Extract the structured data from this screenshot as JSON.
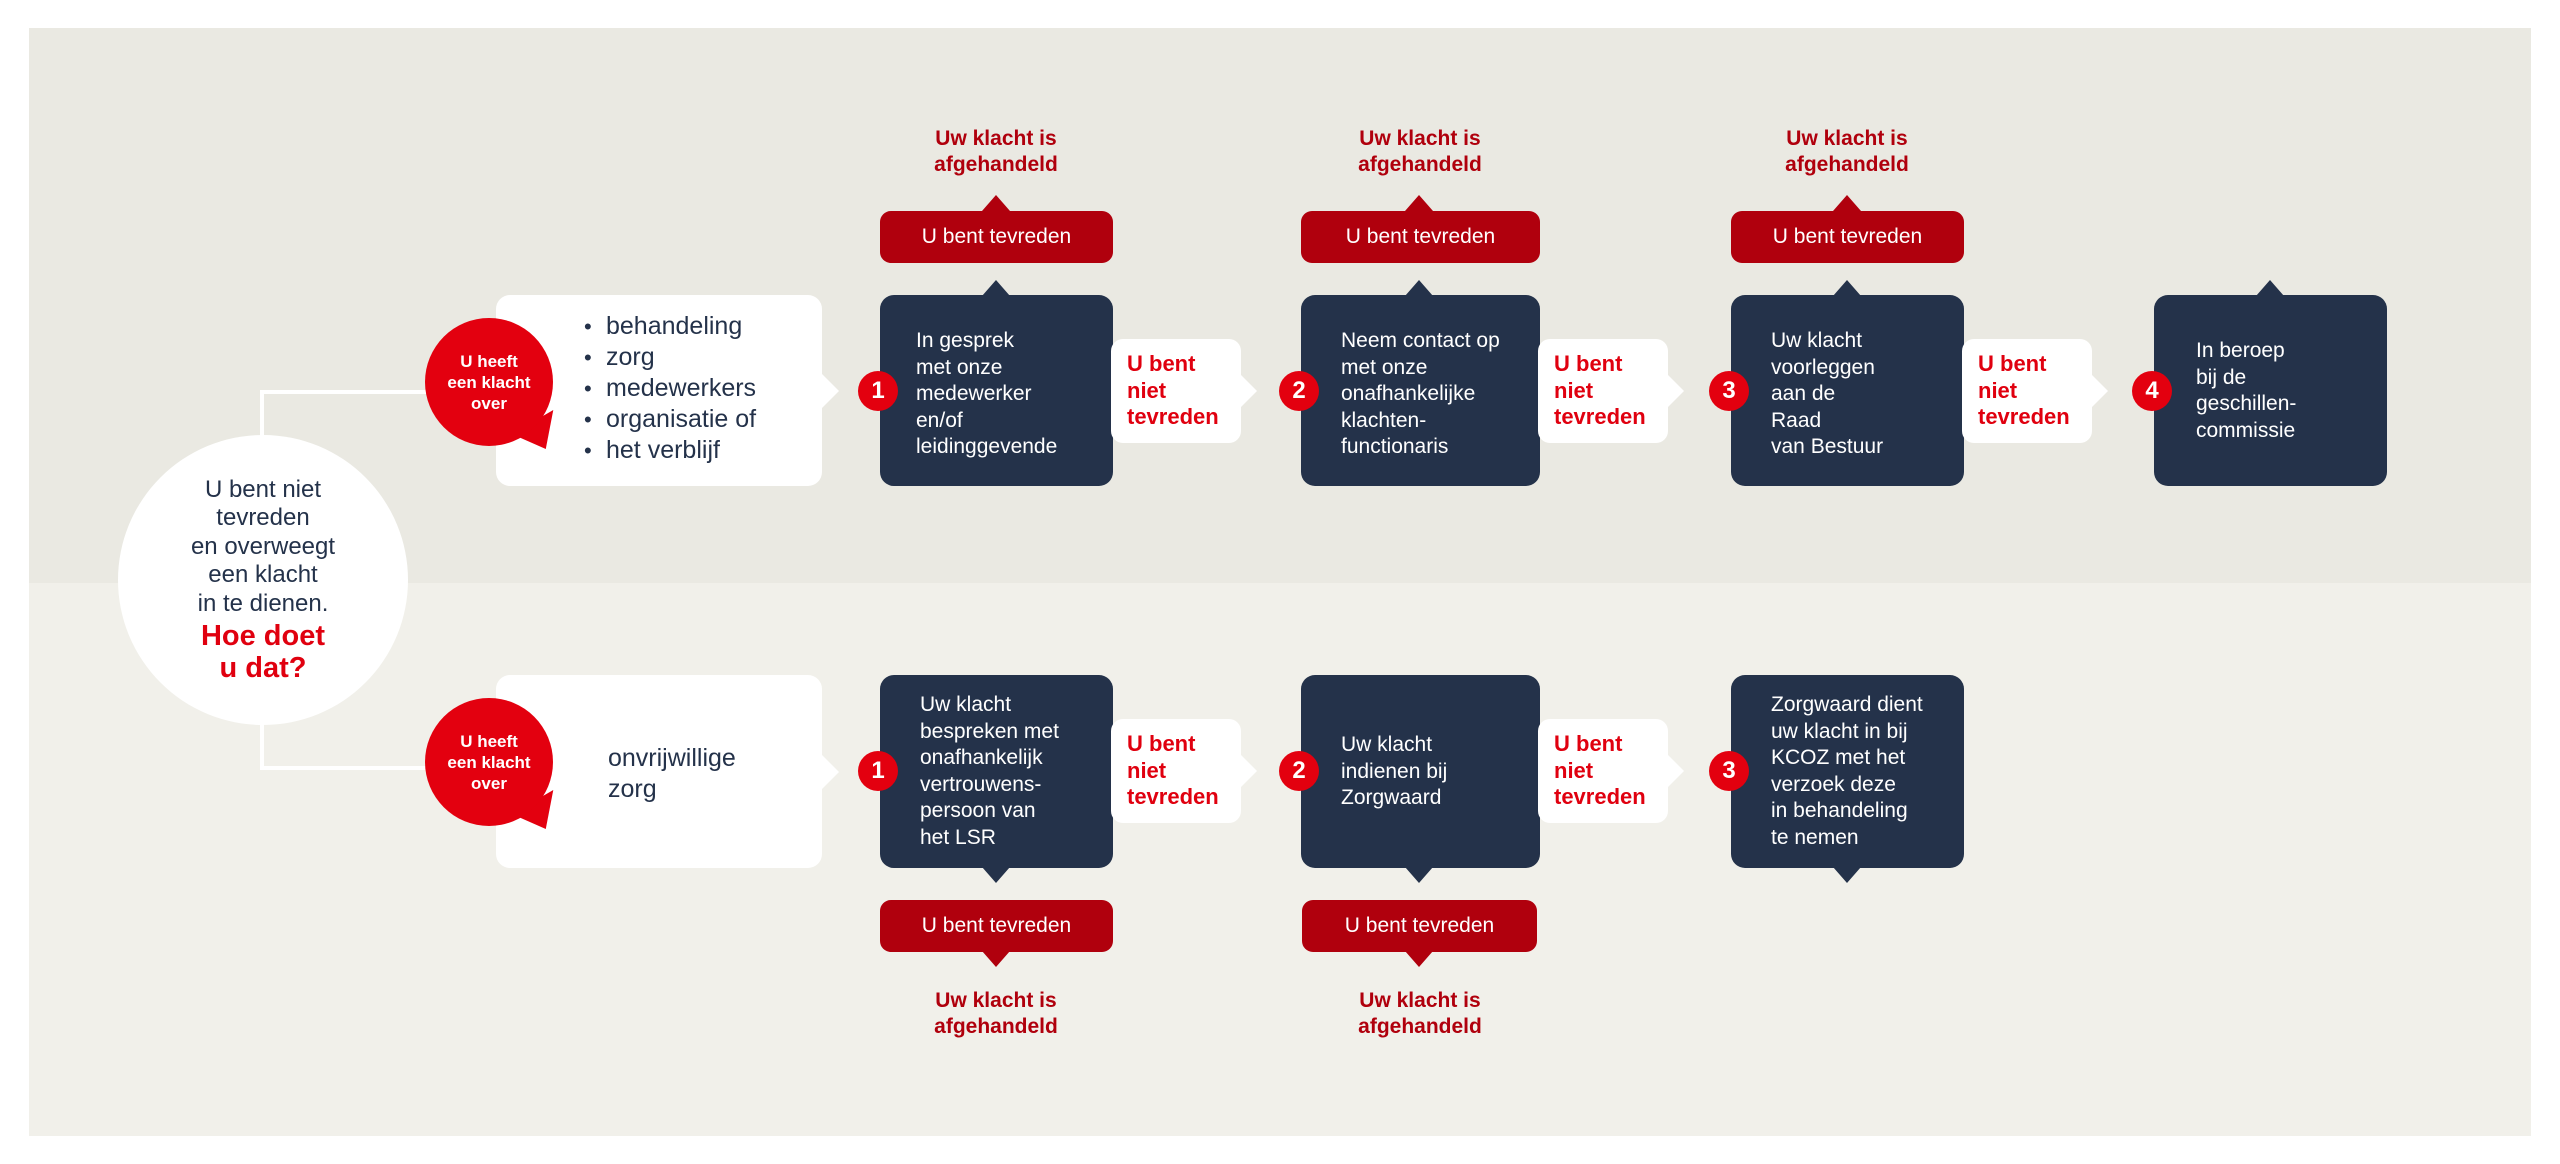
{
  "start": {
    "text": "U bent niet\ntevreden\nen overweegt\neen klacht\nin te dienen.",
    "question": "Hoe doet\nu dat?"
  },
  "bubble_label": "U heeft\neen klacht\nover",
  "satisfied_label": "U bent tevreden",
  "not_satisfied_label": "U bent\nniet\ntevreden",
  "handled_label": "Uw klacht is\nafgehandeld",
  "track_general": {
    "topics": [
      "behandeling",
      "zorg",
      "medewerkers",
      "organisatie of",
      "het verblijf"
    ],
    "steps": [
      {
        "number": "1",
        "text": "In gesprek\nmet onze\nmedewerker\nen/of\nleidinggevende"
      },
      {
        "number": "2",
        "text": "Neem contact op\nmet onze\nonafhankelijke\nklachten-\nfunctionaris"
      },
      {
        "number": "3",
        "text": "Uw klacht\nvoorleggen\naan de\nRaad\nvan Bestuur"
      },
      {
        "number": "4",
        "text": "In beroep\nbij de\ngeschillen-\ncommissie"
      }
    ]
  },
  "track_involuntary": {
    "topic": "onvrijwillige\nzorg",
    "steps": [
      {
        "number": "1",
        "text": "Uw klacht\nbespreken met\nonafhankelijk\nvertrouwens-\npersoon van\nhet LSR"
      },
      {
        "number": "2",
        "text": "Uw klacht\nindienen bij\nZorgwaard"
      },
      {
        "number": "3",
        "text": "Zorgwaard dient\nuw klacht in bij\nKCOZ met het\nverzoek deze\nin behandeling\nte nemen"
      }
    ]
  },
  "colors": {
    "navy": "#24324a",
    "red": "#e3000f",
    "dark_red": "#b0000d",
    "background_top": "#eae9e2",
    "background_bottom": "#f1f0ea"
  }
}
